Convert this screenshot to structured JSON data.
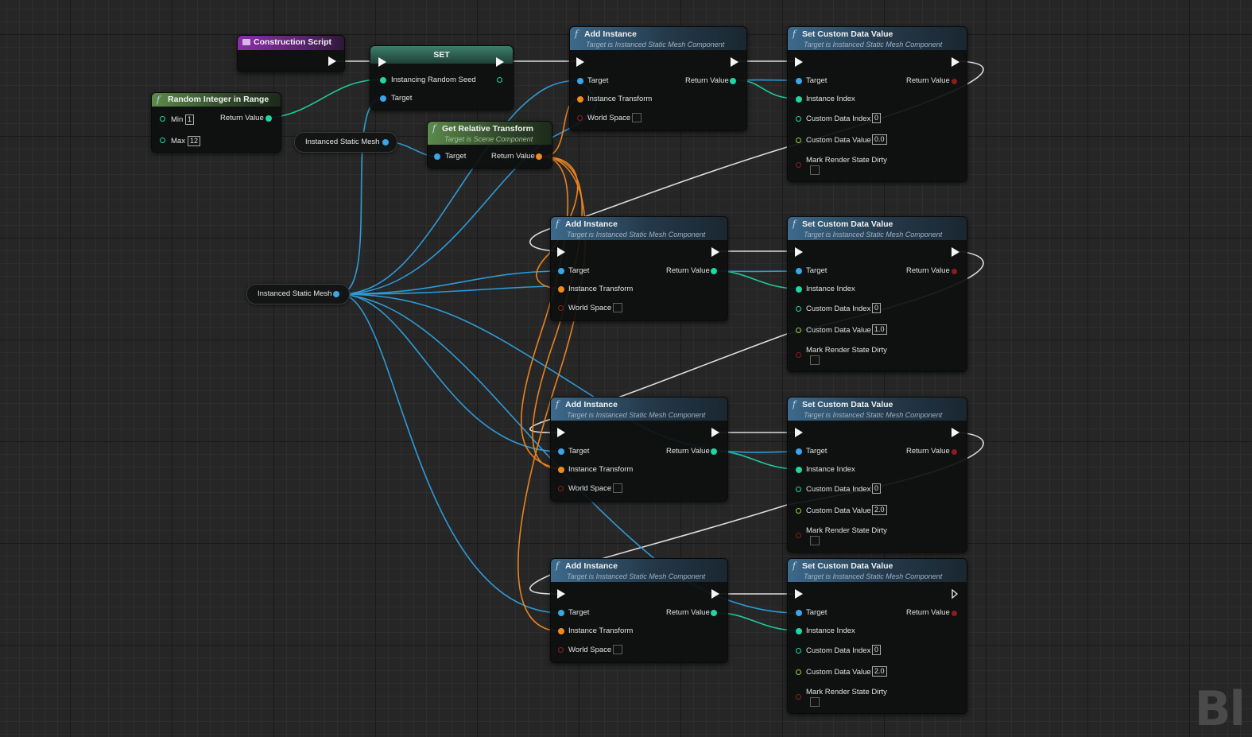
{
  "nodes": {
    "construction_script": {
      "title": "Construction Script"
    },
    "set": {
      "title": "SET",
      "pins": [
        "Instancing Random Seed",
        "Target"
      ]
    },
    "random_integer": {
      "title": "Random Integer in Range",
      "min_label": "Min",
      "min_value": "1",
      "max_label": "Max",
      "max_value": "12",
      "return_label": "Return Value"
    },
    "get_relative_transform": {
      "title": "Get Relative Transform",
      "subtitle": "Target is Scene Component",
      "target_label": "Target",
      "return_label": "Return Value"
    },
    "instanced_static_mesh_getter": "Instanced Static Mesh",
    "add_instance": {
      "title": "Add Instance",
      "subtitle": "Target is Instanced Static Mesh Component",
      "target_label": "Target",
      "transform_label": "Instance Transform",
      "world_space_label": "World Space",
      "return_label": "Return Value"
    },
    "set_custom_data": {
      "title": "Set Custom Data Value",
      "subtitle": "Target is Instanced Static Mesh Component",
      "target_label": "Target",
      "index_label": "Instance Index",
      "data_index_label": "Custom Data Index",
      "data_value_label": "Custom Data Value",
      "dirty_label": "Mark Render State Dirty",
      "return_label": "Return Value"
    },
    "custom_data_rows": [
      {
        "data_index": "0",
        "data_value": "0.0"
      },
      {
        "data_index": "0",
        "data_value": "1.0"
      },
      {
        "data_index": "0",
        "data_value": "2.0"
      },
      {
        "data_index": "0",
        "data_value": "2.0"
      }
    ]
  },
  "watermark": "Bl",
  "colors": {
    "object_pin": "#3aa6e8",
    "int_pin": "#1fd6a4",
    "float_pin": "#8fd23b",
    "transform_pin": "#f08a1e",
    "bool_pin": "#8c1d1d",
    "exec_wire": "#e8e8e8"
  }
}
